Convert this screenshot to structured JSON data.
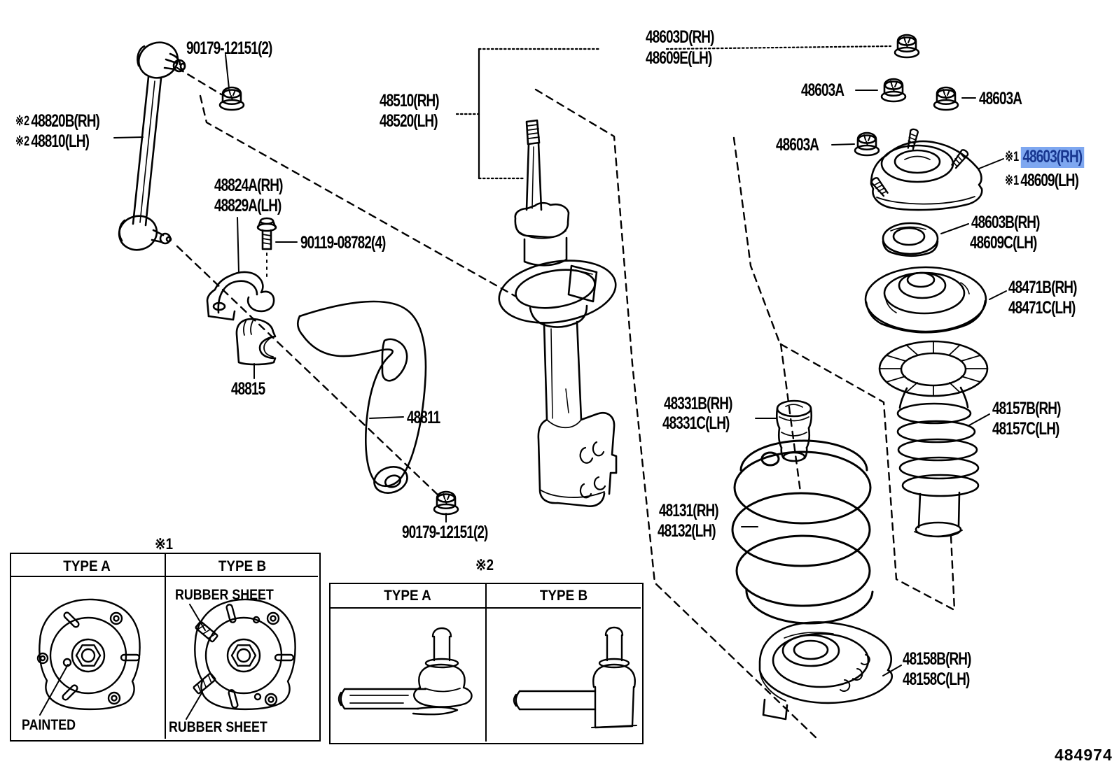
{
  "page": {
    "code": "484974"
  },
  "colors": {
    "highlight_bg": "#7EA7F0",
    "highlight_text": "#17368F",
    "line": "#000000"
  },
  "labels": {
    "nut_link_top": "90179-12151(2)",
    "stab_link": {
      "mark": "※2",
      "rh": "48820B(RH)",
      "lh": "48810(LH)"
    },
    "bar_bracket": {
      "rh": "48824A(RH)",
      "lh": "48829A(LH)"
    },
    "bracket_bolt": "90119-08782(4)",
    "bar_bushing": "48815",
    "stab_bar": "48811",
    "bar_nut_bottom": "90179-12151(2)",
    "strut": {
      "rh": "48510(RH)",
      "lh": "48520(LH)"
    },
    "support_nut": {
      "rh": "48603D(RH)",
      "lh": "48609E(LH)"
    },
    "support_nut_a": "48603A",
    "support": {
      "mark": "※1",
      "rh": "48603(RH)",
      "lh": "48609(LH)"
    },
    "bearing": {
      "rh": "48603B(RH)",
      "lh": "48609C(LH)"
    },
    "upper_seat": {
      "rh": "48471B(RH)",
      "lh": "48471C(LH)"
    },
    "boot": {
      "rh": "48157B(RH)",
      "lh": "48157C(LH)"
    },
    "bump_stop": {
      "rh": "48331B(RH)",
      "lh": "48331C(LH)"
    },
    "coil_spring": {
      "rh": "48131(RH)",
      "lh": "48132(LH)"
    },
    "lower_seat": {
      "rh": "48158B(RH)",
      "lh": "48158C(LH)"
    }
  },
  "tables": {
    "note1": {
      "mark": "※1",
      "type_a": "TYPE A",
      "type_b": "TYPE B",
      "painted": "PAINTED",
      "rubber_sheet_top": "RUBBER SHEET",
      "rubber_sheet_bottom": "RUBBER SHEET"
    },
    "note2": {
      "mark": "※2",
      "type_a": "TYPE A",
      "type_b": "TYPE B"
    }
  }
}
